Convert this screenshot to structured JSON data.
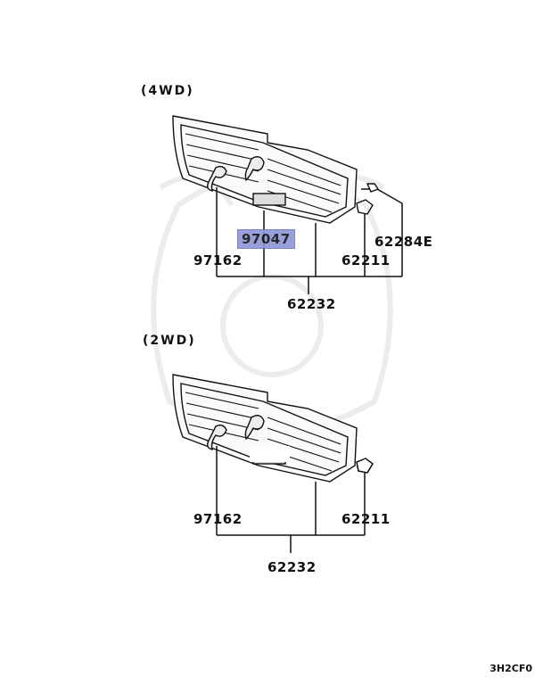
{
  "sections": [
    {
      "title": "(4WD)",
      "parts": {
        "emblem": "97162",
        "badge": "97047",
        "grille": "62232",
        "clip": "62211",
        "screw": "62284E"
      },
      "highlighted": "97047"
    },
    {
      "title": "(2WD)",
      "parts": {
        "emblem": "97162",
        "grille": "62232",
        "clip": "62211"
      }
    }
  ],
  "diagram_code": "3H2CF0",
  "colors": {
    "highlight": "#8e95d6",
    "line": "#111111",
    "watermark": "#ececec"
  }
}
